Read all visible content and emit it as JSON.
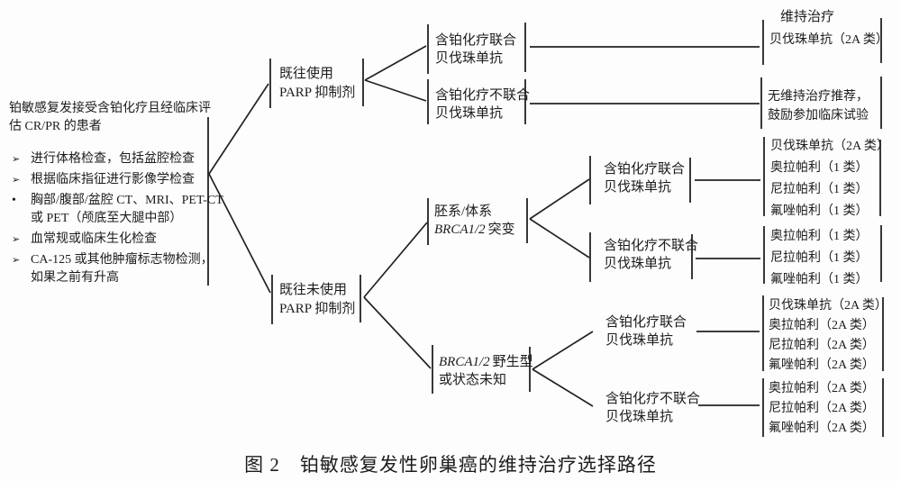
{
  "figure": {
    "column_header": "维持治疗",
    "caption": "图 2　铂敏感复发性卵巢癌的维持治疗选择路径"
  },
  "patient": {
    "title_lines": [
      "铂敏感复发接受含铂化疗且经临床评",
      "估 CR/PR 的患者"
    ],
    "items": [
      {
        "marker": "➢",
        "lines": [
          "进行体格检查，包括盆腔检查"
        ]
      },
      {
        "marker": "➢",
        "lines": [
          "根据临床指征进行影像学检查"
        ]
      },
      {
        "marker": "•",
        "lines": [
          "胸部/腹部/盆腔 CT、MRI、PET-CT",
          "或 PET（颅底至大腿中部）"
        ]
      },
      {
        "marker": "➢",
        "lines": [
          "血常规或临床生化检查"
        ]
      },
      {
        "marker": "➢",
        "lines": [
          "CA-125 或其他肿瘤标志物检测，",
          "如果之前有升高"
        ]
      }
    ]
  },
  "nodes": {
    "prior_parp": {
      "line1": "既往使用",
      "line2": "PARP 抑制剂"
    },
    "no_prior_parp": {
      "line1": "既往未使用",
      "line2": "PARP 抑制剂"
    },
    "chemo_bev_1": {
      "line1": "含铂化疗联合",
      "line2": "贝伐珠单抗"
    },
    "chemo_nobev_1": {
      "line1": "含铂化疗不联合",
      "line2": "贝伐珠单抗"
    },
    "brca_mut": {
      "line1": "胚系/体系",
      "gene": "BRCA1/2",
      "suffix": "突变"
    },
    "brca_wt": {
      "gene": "BRCA1/2",
      "suffix": "野生型",
      "line2": "或状态未知"
    },
    "chemo_bev_2": {
      "line1": "含铂化疗联合",
      "line2": "贝伐珠单抗"
    },
    "chemo_nobev_2": {
      "line1": "含铂化疗不联合",
      "line2": "贝伐珠单抗"
    },
    "chemo_bev_3": {
      "line1": "含铂化疗联合",
      "line2": "贝伐珠单抗"
    },
    "chemo_nobev_3": {
      "line1": "含铂化疗不联合",
      "line2": "贝伐珠单抗"
    }
  },
  "results": {
    "bev_2a": {
      "lines": [
        "贝伐珠单抗（2A 类）"
      ]
    },
    "no_maintenance": {
      "lines": [
        "无维持治疗推荐，",
        "鼓励参加临床试验"
      ]
    },
    "group1": {
      "lines": [
        "贝伐珠单抗（2A 类）",
        "奥拉帕利（1 类）",
        "尼拉帕利（1 类）",
        "氟唑帕利（1 类）"
      ]
    },
    "group2": {
      "lines": [
        "奥拉帕利（1 类）",
        "尼拉帕利（1 类）",
        "氟唑帕利（1 类）"
      ]
    },
    "group3": {
      "lines": [
        "贝伐珠单抗（2A 类）",
        "奥拉帕利（2A 类）",
        "尼拉帕利（2A 类）",
        "氟唑帕利（2A 类）"
      ]
    },
    "group4": {
      "lines": [
        "奥拉帕利（2A 类）",
        "尼拉帕利（2A 类）",
        "氟唑帕利（2A 类）"
      ]
    }
  },
  "colors": {
    "line": "#222222",
    "text": "#1c1c1c",
    "background": "#fdfdfd"
  }
}
